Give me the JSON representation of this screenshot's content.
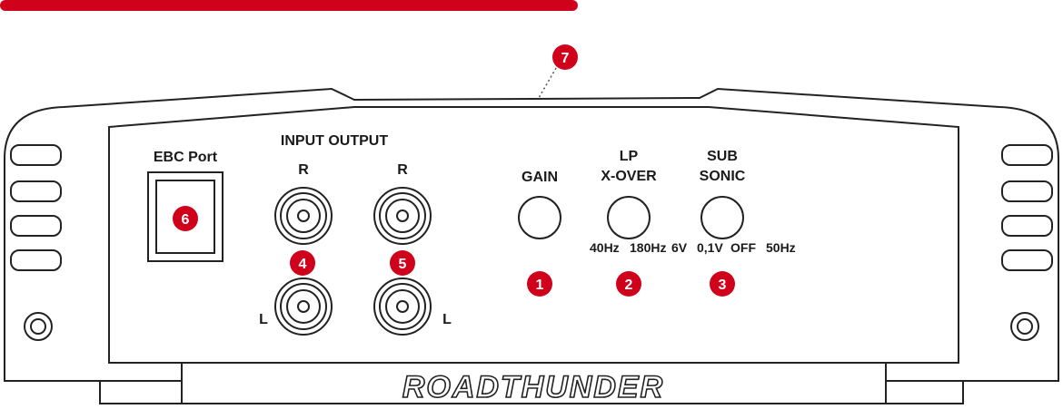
{
  "colors": {
    "accent_red": "#d0021b",
    "outline": "#222222",
    "background": "#ffffff"
  },
  "panel": {
    "ebc_port_label": "EBC Port",
    "input_output_label": "INPUT OUTPUT",
    "input_r_label": "R",
    "output_r_label": "R",
    "input_l_label": "L",
    "output_l_label": "L",
    "gain_label": "GAIN",
    "lp_label": "LP",
    "xover_label": "X-OVER",
    "sub_label": "SUB",
    "sonic_label": "SONIC",
    "lp_range_low": "40Hz",
    "lp_range_high": "180Hz",
    "gain_value_suffix": "6V",
    "sub_range_low": "0,1V",
    "sub_range_mid": "OFF",
    "sub_range_high": "50Hz",
    "brand_name": "ROADTHUNDER"
  },
  "callouts": {
    "gain": "1",
    "lp_xover": "2",
    "subsonic": "3",
    "input": "4",
    "output": "5",
    "ebc_port": "6",
    "heatsink": "7"
  }
}
